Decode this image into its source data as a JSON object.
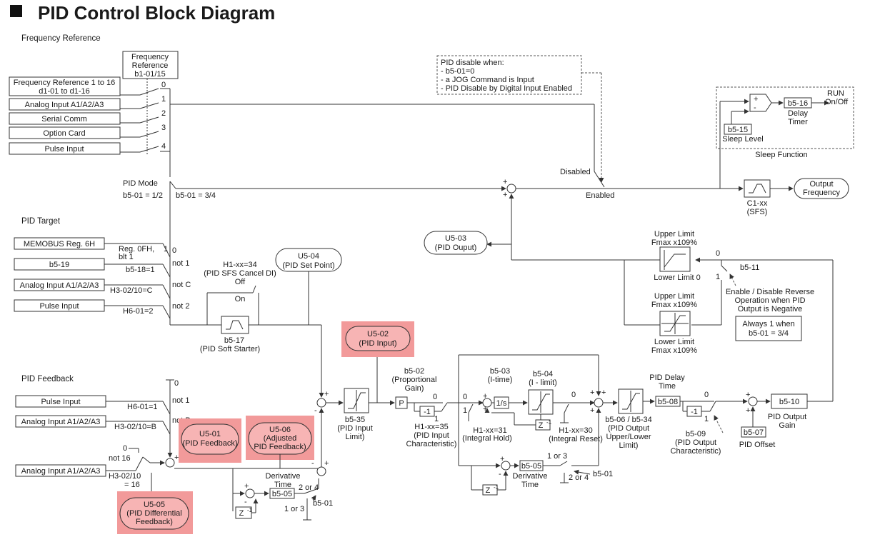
{
  "title": "PID Control Block Diagram",
  "sections": {
    "freq_ref": "Frequency Reference",
    "pid_target": "PID Target",
    "pid_feedback": "PID Feedback",
    "sleep_function": "Sleep Function"
  },
  "freq_ref_selector": {
    "line1": "Frequency",
    "line2": "Reference",
    "line3": "b1-01/15"
  },
  "freq_inputs": [
    {
      "line1": "Frequency Reference 1 to 16",
      "line2": "d1-01 to d1-16",
      "pos": "0"
    },
    {
      "line1": "Analog Input A1/A2/A3",
      "line2": "",
      "pos": "1"
    },
    {
      "line1": "Serial Comm",
      "line2": "",
      "pos": "2"
    },
    {
      "line1": "Option Card",
      "line2": "",
      "pos": "3"
    },
    {
      "line1": "Pulse Input",
      "line2": "",
      "pos": "4"
    }
  ],
  "pid_mode": {
    "label": "PID Mode",
    "opt1": "b5-01 = 1/2",
    "opt2": "b5-01 = 3/4"
  },
  "pid_disable_note": [
    "PID disable when:",
    "- b5-01=0",
    "- a JOG Command is Input",
    "- PID Disable by Digital Input Enabled"
  ],
  "disabled_label": "Disabled",
  "enabled_label": "Enabled",
  "sfs_block": {
    "code": "C1-xx",
    "name": "(SFS)"
  },
  "output_frequency": {
    "line1": "Output",
    "line2": "Frequency"
  },
  "sleep": {
    "delay_code": "b5-16",
    "delay_name1": "Delay",
    "delay_name2": "Timer",
    "run_label1": "RUN",
    "run_label2": "On/Off",
    "sleep_code": "b5-15",
    "sleep_name": "Sleep Level"
  },
  "targets": [
    {
      "label": "MEMOBUS Reg. 6H",
      "cond1": "Reg. 0FH,",
      "cond2": "blt 1",
      "pos": "0",
      "pos_extra": "1"
    },
    {
      "label": "b5-19",
      "cond1": "b5-18=1",
      "cond2": "",
      "pos": "not 1",
      "pos_extra": ""
    },
    {
      "label": "Analog Input A1/A2/A3",
      "cond1": "H3-02/10=C",
      "cond2": "",
      "pos": "not C",
      "pos_extra": ""
    },
    {
      "label": "Pulse Input",
      "cond1": "H6-01=2",
      "cond2": "",
      "pos": "not 2",
      "pos_extra": ""
    }
  ],
  "sfs_cancel": {
    "line1": "H1-xx=34",
    "line2": "(PID SFS Cancel DI)",
    "off": "Off",
    "on": "On"
  },
  "soft_starter": {
    "code": "b5-17",
    "name": "(PID Soft Starter)"
  },
  "monitors": {
    "u504": {
      "code": "U5-04",
      "name": "(PID Set Point)"
    },
    "u502": {
      "code": "U5-02",
      "name": "(PID Input)"
    },
    "u503": {
      "code": "U5-03",
      "name": "(PID Ouput)"
    },
    "u501": {
      "code": "U5-01",
      "name": "(PID Feedback)"
    },
    "u506": {
      "code": "U5-06",
      "name1": "(Adjusted",
      "name2": "PID Feedback)"
    },
    "u505": {
      "code": "U5-05",
      "name1": "(PID Differential",
      "name2": "Feedback)"
    }
  },
  "feedback_inputs": [
    {
      "label": "Pulse Input",
      "cond": "H6-01=1",
      "pos": "not 1"
    },
    {
      "label": "Analog Input A1/A2/A3",
      "cond": "H3-02/10=B",
      "pos": "not B"
    }
  ],
  "feedback_zero": "0",
  "diff_feedback": {
    "label": "Analog Input A1/A2/A3",
    "cond1": "H3-02/10",
    "cond2": "= 16",
    "zero": "0",
    "not16": "not 16"
  },
  "input_limit": {
    "code": "b5-35",
    "name1": "(PID Input",
    "name2": "Limit)"
  },
  "p_block": "P",
  "prop_gain": {
    "code": "b5-02",
    "name1": "(Proportional",
    "name2": "Gain)"
  },
  "minus_one": "-1",
  "input_char": {
    "code": "H1-xx=35",
    "name1": "(PID Input",
    "name2": "Characteristic)",
    "pos0": "0",
    "pos1": "1"
  },
  "i_time": {
    "code": "b5-03",
    "name": "(I-time)",
    "block": "1/s"
  },
  "i_limit": {
    "code": "b5-04",
    "name": "(I - limit)"
  },
  "integral_hold": {
    "code": "H1-xx=31",
    "name": "(Integral Hold)",
    "pos0": "0",
    "pos1": "1"
  },
  "integral_reset": {
    "code": "H1-xx=30",
    "name": "(Integral Reset)",
    "pos0": "0"
  },
  "z_inv": "Z",
  "z_exp": "-1",
  "derivative_upper": {
    "code": "b5-05",
    "name1": "Derivative",
    "name2": "Time",
    "opt_a": "1 or 3",
    "opt_b": "2 or 4",
    "sel": "b5-01"
  },
  "derivative_lower": {
    "name1": "Derivative",
    "name2": "Time",
    "code": "b5-05",
    "opt_a": "2 or 4",
    "opt_b": "1 or 3",
    "sel": "b5-01"
  },
  "output_limit": {
    "code": "b5-06 / b5-34",
    "name1": "(PID Output",
    "name2": "Upper/Lower",
    "name3": "Limit)"
  },
  "pid_delay": {
    "label1": "PID Delay",
    "label2": "Time",
    "code": "b5-08"
  },
  "output_char": {
    "code": "b5-09",
    "name1": "(PID Output",
    "name2": "Characteristic)",
    "pos0": "0",
    "pos1": "1"
  },
  "output_gain": {
    "code": "b5-10",
    "name1": "PID Output",
    "name2": "Gain"
  },
  "pid_offset": {
    "code": "b5-07",
    "name": "PID Offset"
  },
  "limits_upper_box": {
    "upper1": "Upper Limit",
    "upper2": "Fmax x109%",
    "lower": "Lower Limit 0"
  },
  "limits_lower_box": {
    "upper1": "Upper Limit",
    "upper2": "Fmax x109%",
    "lower1": "Lower Limit",
    "lower2": "Fmax x109%"
  },
  "reverse": {
    "code": "b5-11",
    "pos0": "0",
    "pos1": "1",
    "text1": "Enable / Disable Reverse",
    "text2": "Operation when PID",
    "text3": "Output is Negative",
    "note1": "Always 1 when",
    "note2": "b5-01 = 3/4"
  },
  "signs": {
    "plus": "+",
    "minus": "-"
  }
}
